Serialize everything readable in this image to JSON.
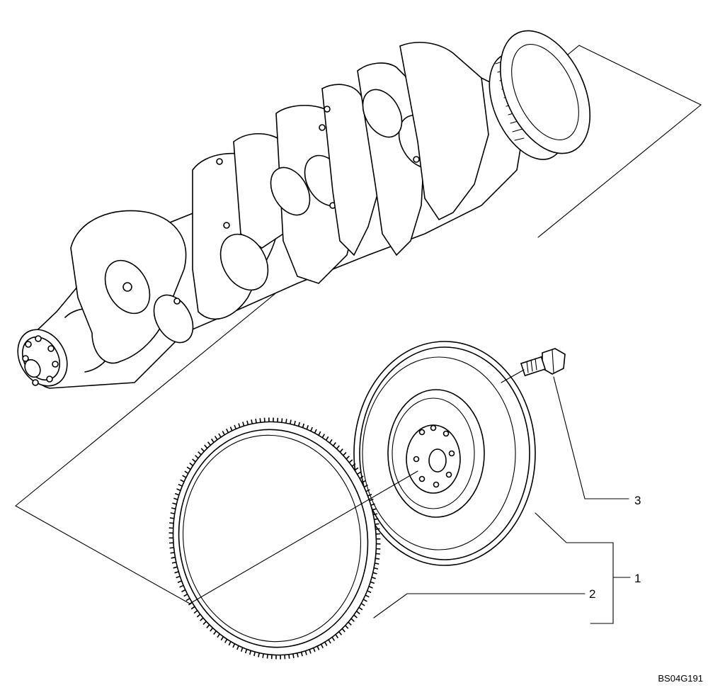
{
  "callouts": [
    {
      "id": "flywheel-assembly",
      "number": "1"
    },
    {
      "id": "ring-gear",
      "number": "2"
    },
    {
      "id": "flywheel-bolt",
      "number": "3"
    }
  ],
  "drawing_code": "BS04G191",
  "icons": {
    "crankshaft": "crankshaft-icon",
    "flywheel": "flywheel-icon",
    "ring_gear": "ring-gear-icon",
    "bolt": "bolt-icon"
  }
}
